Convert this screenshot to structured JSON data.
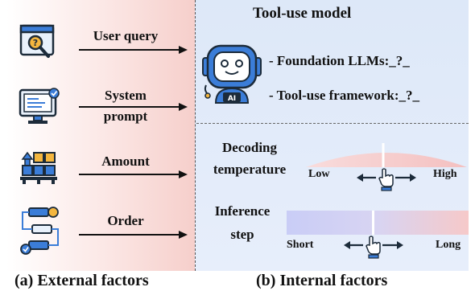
{
  "external": {
    "items": [
      {
        "label": "User query"
      },
      {
        "label_line1": "System",
        "label_line2": "prompt"
      },
      {
        "label": "Amount"
      },
      {
        "label": "Order"
      }
    ],
    "caption": "(a) External factors"
  },
  "internal": {
    "title": "Tool-use model",
    "foundation": "- Foundation LLMs:_?_",
    "framework": "- Tool-use framework:_?_",
    "robot_badge": "AI",
    "decoding": {
      "line1": "Decoding",
      "line2": "temperature",
      "low": "Low",
      "high": "High"
    },
    "inference": {
      "line1": "Inference",
      "line2": "step",
      "low": "Short",
      "high": "Long"
    },
    "caption": "(b) Internal factors"
  },
  "colors": {
    "left_bg": "#f6cfcb",
    "right_bg": "#dde8f8",
    "slider_blue": "#c9cdf6",
    "slider_pink": "#f6c9c9",
    "icon_blue": "#3b7dd8",
    "icon_yellow": "#f4b63f"
  }
}
